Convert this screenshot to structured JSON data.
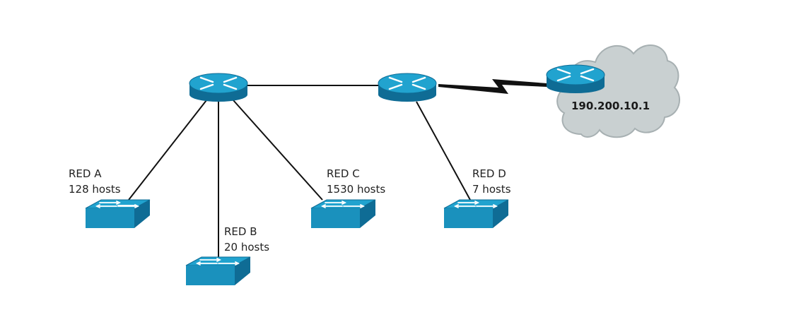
{
  "colors": {
    "device_top": "#21a3cf",
    "device_side": "#0f6c95",
    "device_glyph": "#ffffff",
    "cloud_fill": "#c9d0d1",
    "cloud_stroke": "#a7b0b2",
    "link": "#111111"
  },
  "cloud": {
    "ip_label": "190.200.10.1"
  },
  "networks": [
    {
      "name": "RED A",
      "hosts": "128 hosts"
    },
    {
      "name": "RED B",
      "hosts": "20 hosts"
    },
    {
      "name": "RED C",
      "hosts": "1530 hosts"
    },
    {
      "name": "RED D",
      "hosts": "7 hosts"
    }
  ],
  "icons": {
    "router": "router-icon",
    "switch": "switch-icon",
    "cloud": "cloud-icon",
    "serial_link": "serial-link-zigzag"
  }
}
